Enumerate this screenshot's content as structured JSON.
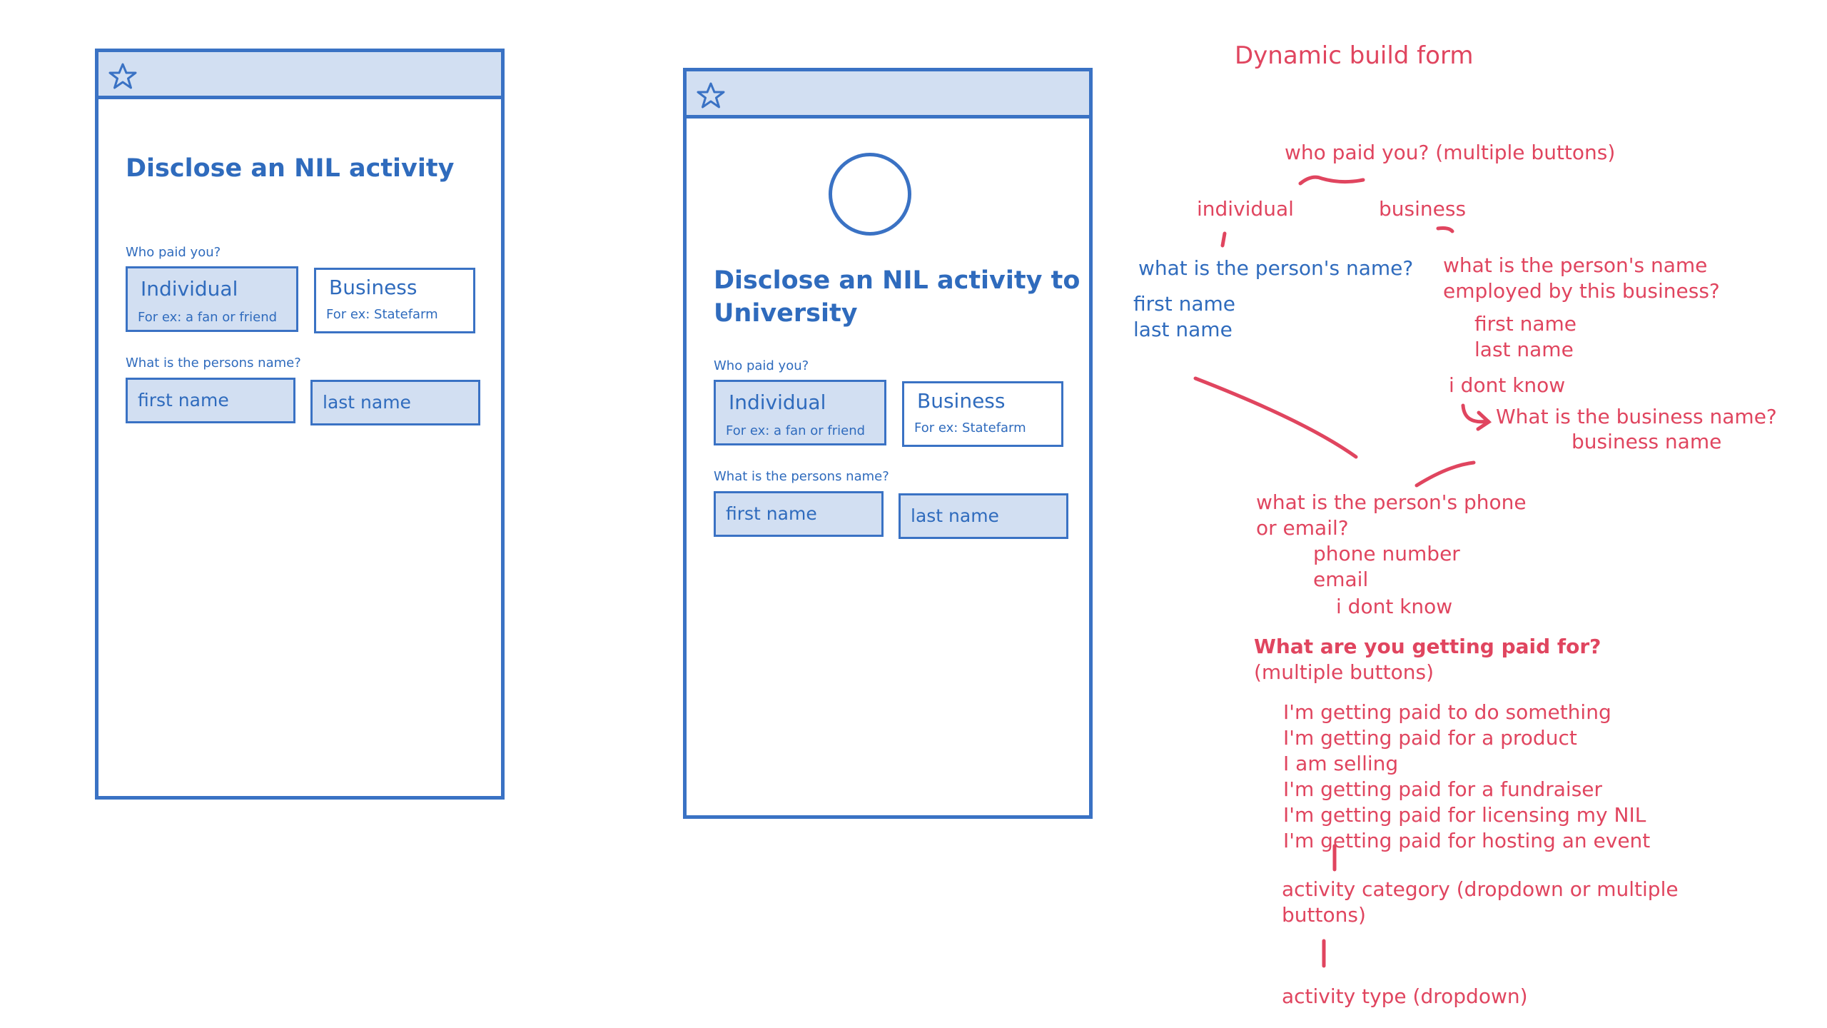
{
  "mockup_left": {
    "title": "Disclose an NIL activity",
    "who_paid_label": "Who paid you?",
    "individual": {
      "label": "Individual",
      "hint": "For ex: a fan or friend"
    },
    "business": {
      "label": "Business",
      "hint": "For ex: Statefarm"
    },
    "name_label": "What is the persons name?",
    "first_name_placeholder": "first name",
    "last_name_placeholder": "last name",
    "icon": "star-icon"
  },
  "mockup_right": {
    "title_line1": "Disclose an NIL activity to",
    "title_line2": "University",
    "who_paid_label": "Who paid you?",
    "individual": {
      "label": "Individual",
      "hint": "For ex: a fan or friend"
    },
    "business": {
      "label": "Business",
      "hint": "For ex: Statefarm"
    },
    "name_label": "What is the persons name?",
    "first_name_placeholder": "first name",
    "last_name_placeholder": "last name",
    "icon": "star-icon"
  },
  "flow": {
    "heading": "Dynamic build form",
    "who_paid": "who paid you? (multiple buttons)",
    "individual": "individual",
    "business": "business",
    "individual_question": "what is the person's name?",
    "individual_first": "first name",
    "individual_last": "last name",
    "business_question_line1": "what is the person's name",
    "business_question_line2": "employed by this business?",
    "business_first": "first name",
    "business_last": "last name",
    "dont_know": "i dont know",
    "business_name_question": "What is the business name?",
    "business_name": "business name",
    "contact_question_line1": "what is the person's phone",
    "contact_question_line2": "or email?",
    "phone_number": "phone number",
    "email": "email",
    "contact_dont_know": "i dont know",
    "paid_for_question": "What are you getting paid for?",
    "paid_for_note": "(multiple buttons)",
    "paid_for_options": [
      "I'm getting paid to do something",
      "I'm getting paid for a product",
      "I am selling",
      "I'm getting paid for a fundraiser",
      "I'm getting paid for licensing my NIL",
      "I'm getting paid for hosting an event"
    ],
    "category_line1": "activity category (dropdown or multiple",
    "category_line2": "buttons)",
    "activity_type": "activity type (dropdown)"
  },
  "colors": {
    "wire_blue": "#3a72c4",
    "fill_blue": "#d2dff2",
    "note_red": "#e0455f"
  }
}
